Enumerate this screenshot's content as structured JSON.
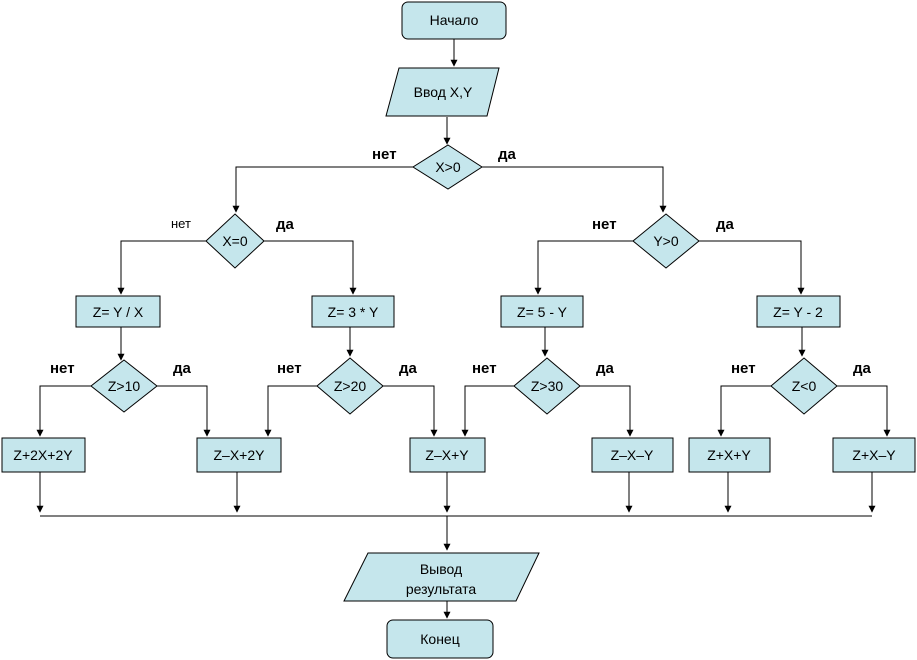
{
  "colors": {
    "fill": "#c5e6ec",
    "stroke": "#000000"
  },
  "nodes": {
    "start": "Начало",
    "input": "Ввод X,Y",
    "cond_x_gt_0": "X>0",
    "cond_x_eq_0": "X=0",
    "cond_y_gt_0": "Y>0",
    "assign_1": "Z= Y / X",
    "assign_2": "Z= 3 * Y",
    "assign_3": "Z= 5 - Y",
    "assign_4": "Z= Y - 2",
    "cond_z_gt_10": "Z>10",
    "cond_z_gt_20": "Z>20",
    "cond_z_gt_30": "Z>30",
    "cond_z_lt_0": "Z<0",
    "result_1": "Z+2X+2Y",
    "result_2": "Z–X+2Y",
    "result_3": "Z–X+Y",
    "result_4": "Z–X–Y",
    "result_5": "Z+X+Y",
    "result_6": "Z+X–Y",
    "output_line1": "Вывод",
    "output_line2": "результата",
    "end": "Конец"
  },
  "labels": {
    "no": "нет",
    "yes": "да"
  }
}
